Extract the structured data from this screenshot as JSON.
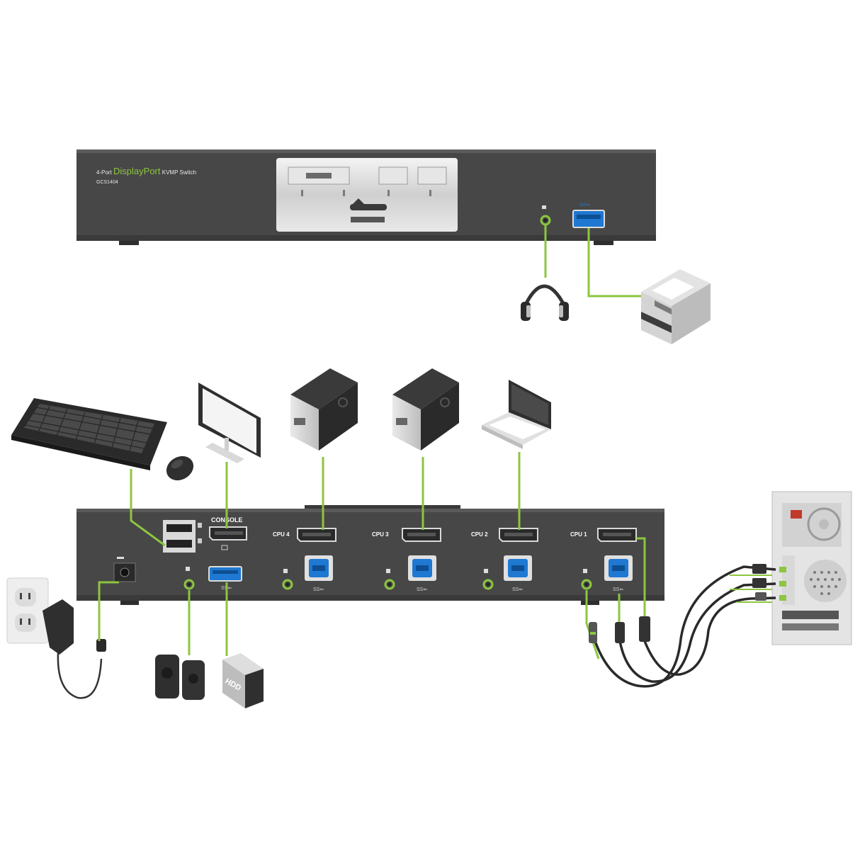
{
  "front_panel": {
    "brand_prefix": "4-Port",
    "brand_highlight": "DisplayPort",
    "brand_suffix": "KVMP Switch",
    "model": "GCS1404",
    "usb_label": "SS⇐"
  },
  "rear_panel": {
    "console_label": "CONSOLE",
    "cpu_labels": [
      "CPU 4",
      "CPU 3",
      "CPU 2",
      "CPU 1"
    ],
    "usb_label": "SS⇐"
  },
  "colors": {
    "cable": "#8cc63f",
    "chassis": "#4a4a4a",
    "usb_blue": "#1f78d1",
    "highlight_green": "#8cc63f"
  },
  "icons": {
    "front_devices": [
      "headphones-icon",
      "printer-icon"
    ],
    "top_devices": [
      "keyboard-icon",
      "mouse-icon",
      "monitor-icon",
      "desktop-computer-icon",
      "desktop-computer-icon",
      "laptop-icon"
    ],
    "bottom_devices": [
      "wall-outlet-icon",
      "power-adapter-icon",
      "speakers-icon",
      "usb-drive-icon"
    ],
    "side_devices": [
      "computer-rear-icon",
      "cable-bundle-icon"
    ]
  }
}
